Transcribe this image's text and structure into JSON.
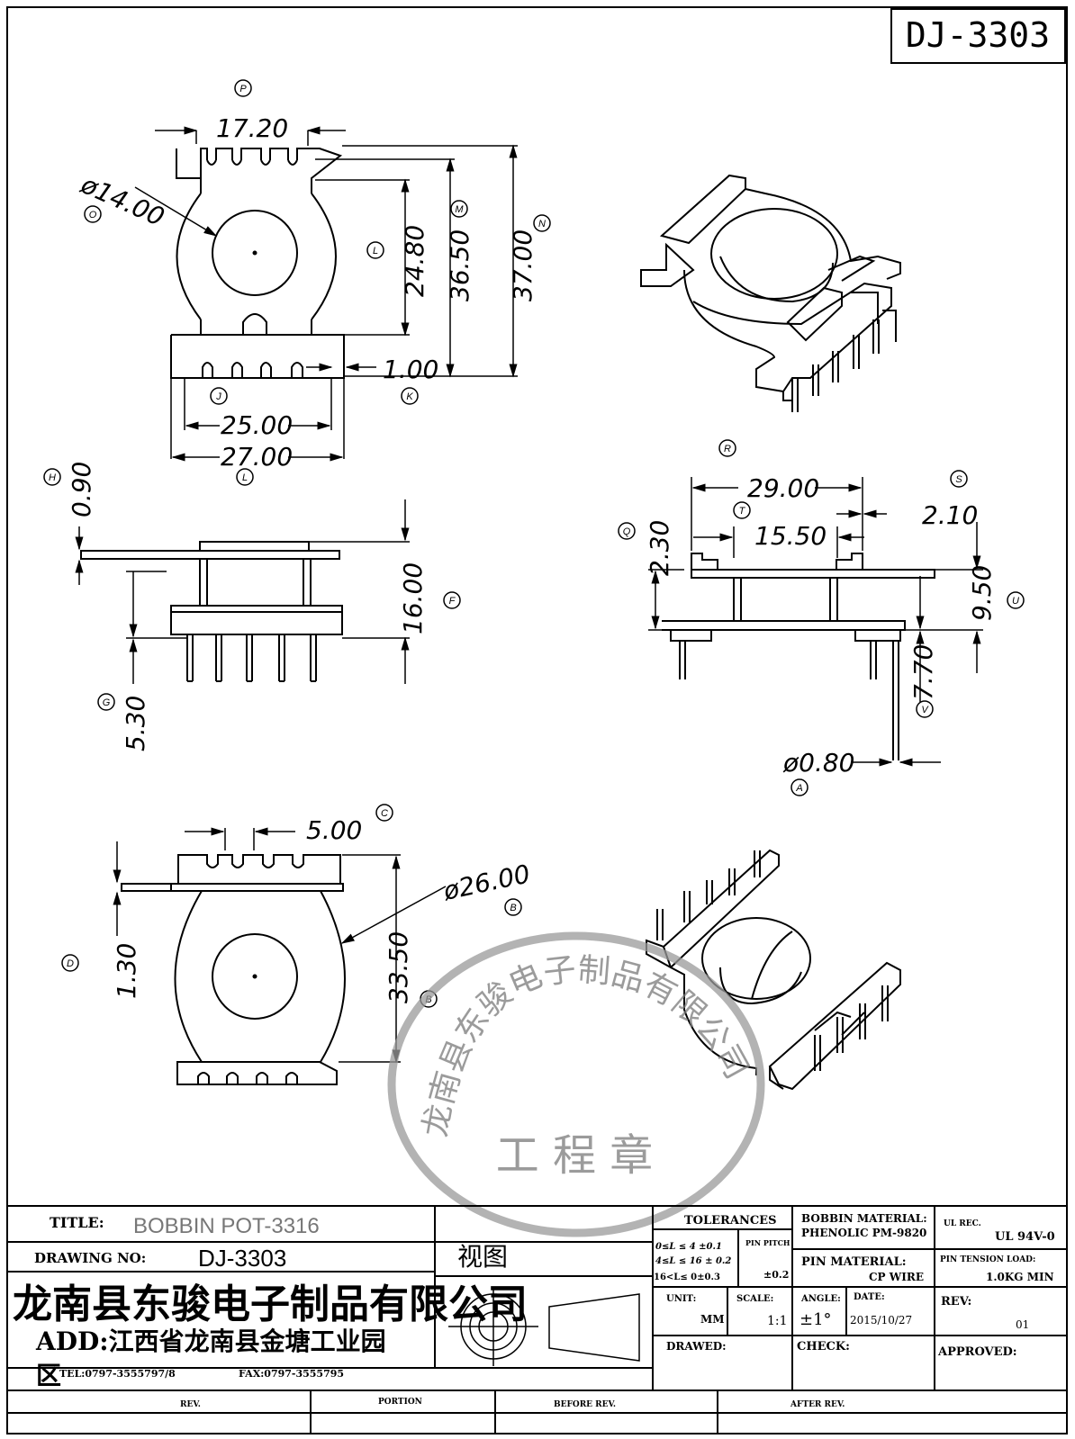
{
  "drawing_code": "DJ-3303",
  "dimensions": {
    "d_17_20": "17.20",
    "d_14_00": "ø14.00",
    "d_24_80": "24.80",
    "d_36_50": "36.50",
    "d_37_00": "37.00",
    "d_1_00": "1.00",
    "d_25_00": "25.00",
    "d_27_00": "27.00",
    "d_0_90": "0.90",
    "d_16_00": "16.00",
    "d_5_30": "5.30",
    "d_29_00": "29.00",
    "d_15_50": "15.50",
    "d_2_10": "2.10",
    "d_2_30": "2.30",
    "d_9_50": "9.50",
    "d_7_70": "7.70",
    "d_0_80": "ø0.80",
    "d_5_00": "5.00",
    "d_26_00": "ø26.00",
    "d_1_30": "1.30",
    "d_33_50": "33.50"
  },
  "markers": {
    "A": "A",
    "B": "B",
    "B2": "B",
    "C": "C",
    "D": "D",
    "F": "F",
    "G": "G",
    "H": "H",
    "J": "J",
    "K": "K",
    "L": "L",
    "L2": "L",
    "M": "M",
    "N": "N",
    "O": "O",
    "P": "P",
    "Q": "Q",
    "R": "R",
    "S": "S",
    "T": "T",
    "U": "U",
    "V": "V"
  },
  "stamp": {
    "ring_text": "龙南县东骏电子制品有限公司",
    "center_text": "工 程 章"
  },
  "title_block": {
    "title_label": "TITLE:",
    "title_value": "BOBBIN POT-3316",
    "drawing_no_label": "DRAWING NO:",
    "drawing_no_value": "DJ-3303",
    "view_label": "视图",
    "company": "龙南县东骏电子制品有限公司",
    "address": "ADD:江西省龙南县金塘工业园",
    "address_cont": "区",
    "tel": "TEL:0797-3555797/8",
    "fax": "FAX:0797-3555795",
    "tolerances_label": "TOLERANCES",
    "tol_1": "0≤L ≤ 4 ±0.1",
    "tol_2": "4≤L ≤ 16 ± 0.2",
    "tol_3": "16<L≤ 0±0.3",
    "pin_pitch_label": "PIN PITCH",
    "pin_pitch_value": "±0.2",
    "bobbin_material_label": "BOBBIN MATERIAL:",
    "bobbin_material_value": "PHENOLIC  PM-9820",
    "pin_material_label": "PIN MATERIAL:",
    "pin_material_value": "CP WIRE",
    "ul_rec_label": "UL REC.",
    "ul_rec_value": "UL 94V-0",
    "pin_tension_label": "PIN TENSION LOAD:",
    "pin_tension_value": "1.0KG MIN",
    "unit_label": "UNIT:",
    "unit_value": "MM",
    "scale_label": "SCALE:",
    "scale_value": "1:1",
    "angle_label": "ANGLE:",
    "angle_value": "±1°",
    "date_label": "DATE:",
    "date_value": "2015/10/27",
    "rev_label": "REV:",
    "rev_value": "01",
    "drawed_label": "DRAWED:",
    "check_label": "CHECK:",
    "approved_label": "APPROVED:",
    "rev_col": "REV.",
    "portion_col": "PORTION",
    "before_rev_col": "BEFORE REV.",
    "after_rev_col": "AFTER REV."
  }
}
